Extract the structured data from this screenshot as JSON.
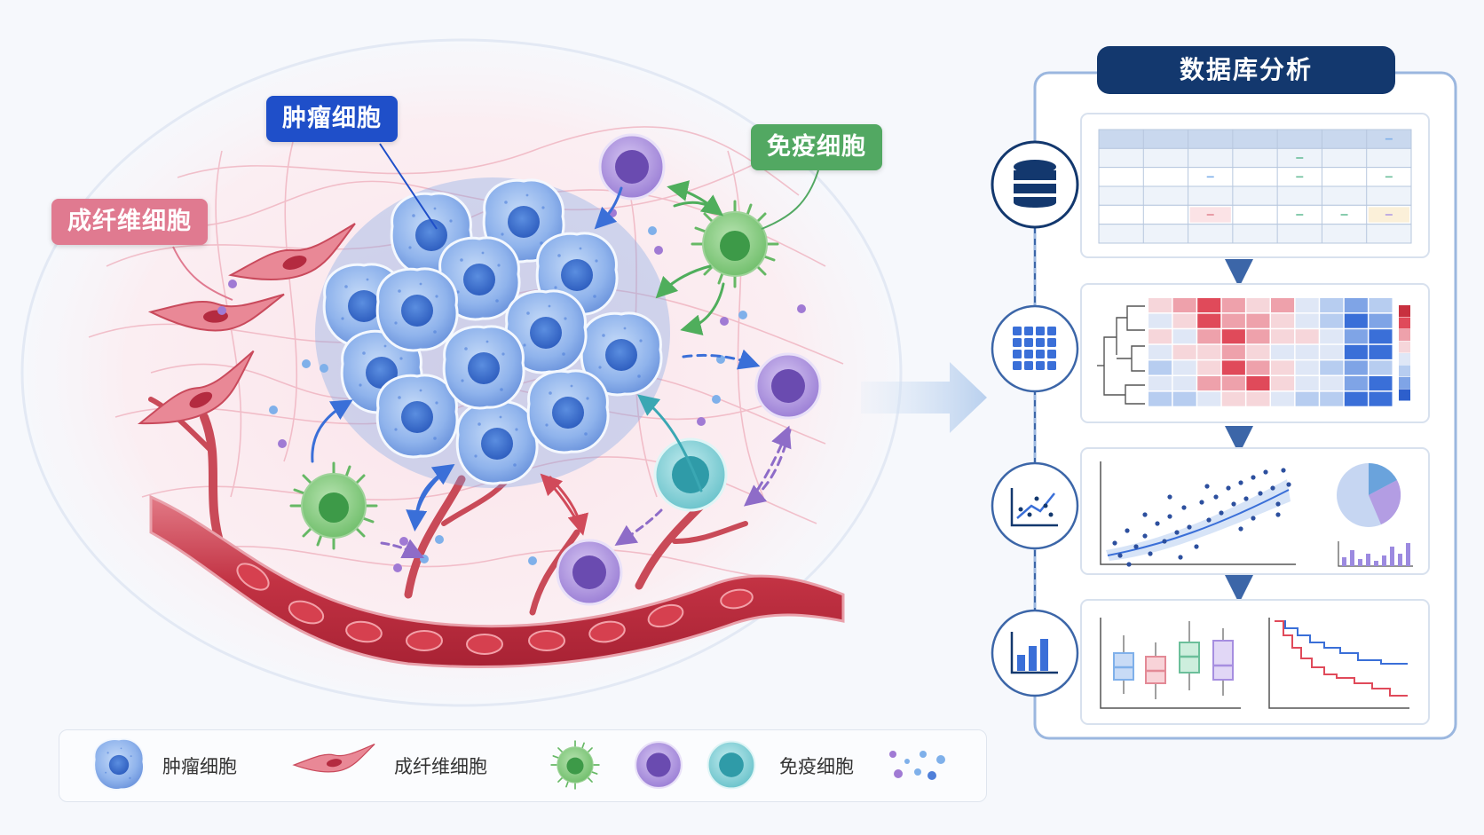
{
  "labels": {
    "tumor": "肿瘤细胞",
    "immune": "免疫细胞",
    "fibroblast": "成纤维细胞"
  },
  "panel": {
    "title": "数据库分析"
  },
  "legend": {
    "tumor": "肿瘤细胞",
    "fibroblast": "成纤维细胞",
    "immune": "免疫细胞"
  },
  "colors": {
    "tumor": "#4f7fd9",
    "tumor_light": "#a9c6f2",
    "fibroblast": "#d9546a",
    "immune_green": "#5cb85c",
    "immune_purple": "#8e6cc8",
    "immune_teal": "#4bb7c0",
    "vessel": "#c93a4c",
    "panel_navy": "#13386e",
    "heat_red": "#e04a5a",
    "heat_blue": "#3a6fd8"
  },
  "icons": {
    "database": "database-icon",
    "heatmap": "grid-icon",
    "scatter": "scatter-plot-icon",
    "bar": "bar-chart-icon",
    "arrow": "arrow-right-icon"
  }
}
